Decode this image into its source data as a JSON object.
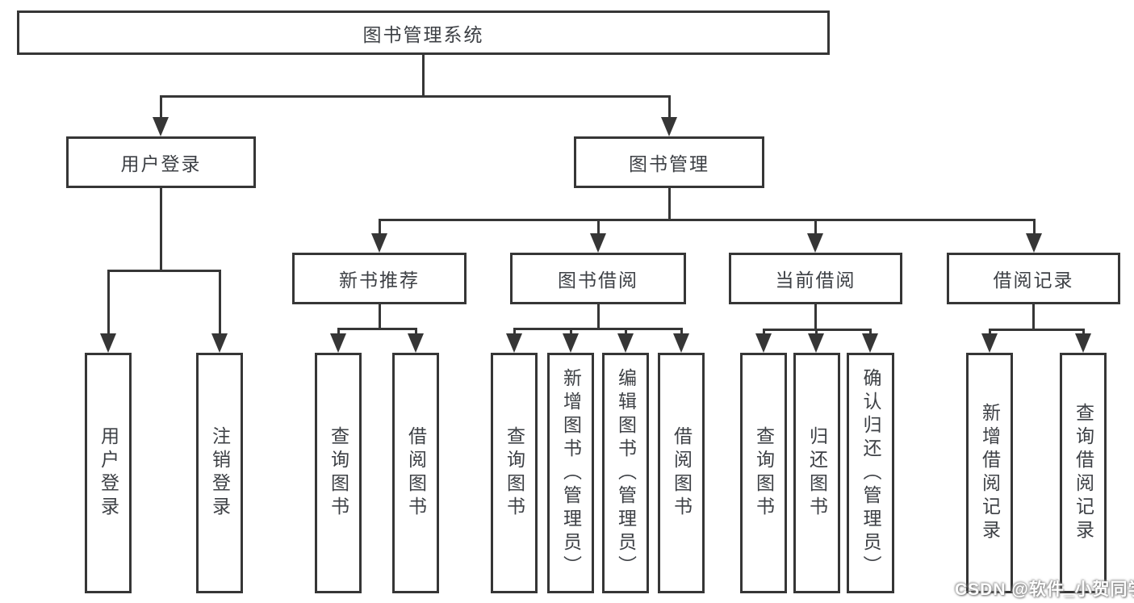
{
  "colors": {
    "line": "#363636",
    "text": "#3d4045",
    "background": "#ffffff"
  },
  "nodes": {
    "root": {
      "label": "图书管理系统"
    },
    "level2": [
      {
        "label": "用户登录"
      },
      {
        "label": "图书管理"
      }
    ],
    "level3": [
      {
        "label": "新书推荐"
      },
      {
        "label": "图书借阅"
      },
      {
        "label": "当前借阅"
      },
      {
        "label": "借阅记录"
      }
    ],
    "leaves": [
      {
        "label": "用户登录"
      },
      {
        "label": "注销登录"
      },
      {
        "label": "查询图书"
      },
      {
        "label": "借阅图书"
      },
      {
        "label": "查询图书"
      },
      {
        "label": "新增图书（管理员）"
      },
      {
        "label": "编辑图书（管理员）"
      },
      {
        "label": "借阅图书"
      },
      {
        "label": "查询图书"
      },
      {
        "label": "归还图书"
      },
      {
        "label": "确认归还（管理员）"
      },
      {
        "label": "新增借阅记录"
      },
      {
        "label": "查询借阅记录"
      }
    ]
  },
  "watermark": {
    "text": "CSDN @软件_小贺同学"
  }
}
